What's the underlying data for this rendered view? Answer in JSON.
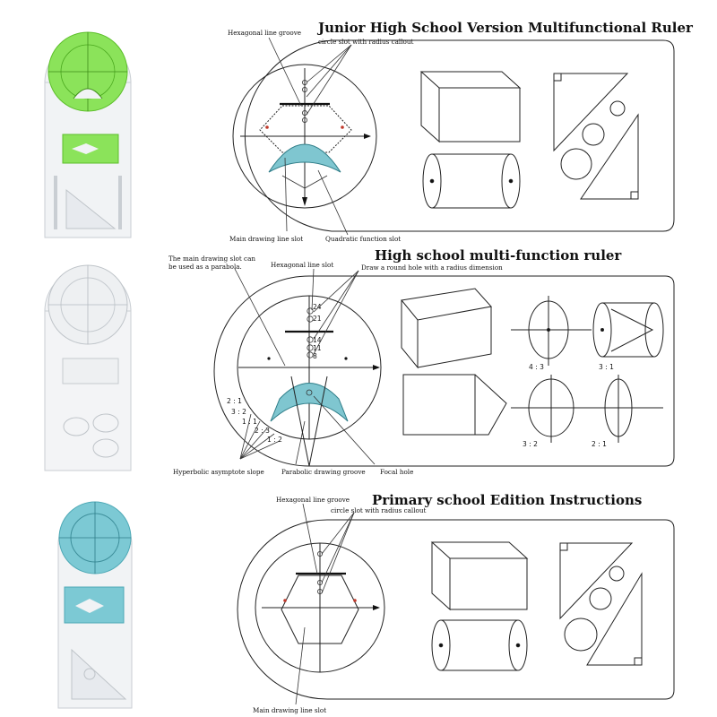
{
  "colors": {
    "green_accent": "#7fe04a",
    "cyan_accent": "#6fc8d2",
    "red_mark": "#c0392b"
  },
  "panel1": {
    "title": "Junior High School Version Multifunctional Ruler",
    "labels": {
      "hex_groove": "Hexagonal line groove",
      "circle_slot": "circle slot with radius callout",
      "main_slot": "Main drawing line slot",
      "quad_slot": "Quadratic function slot"
    }
  },
  "panel2": {
    "title": "High school multi-function ruler",
    "labels": {
      "parabola_note_1": "The main drawing slot can",
      "parabola_note_2": "be used as a parabola.",
      "hex_slot": "Hexagonal line slot",
      "round_hole": "Draw a round hole with a radius dimension",
      "hyper_slope": "Hyperbolic asymptote slope",
      "parabolic_groove": "Parabolic drawing groove",
      "focal_hole": "Focal hole"
    },
    "hole_numbers": [
      "24",
      "21",
      "14",
      "11",
      "8"
    ],
    "slope_ratios": [
      "2 : 1",
      "3 : 2",
      "1 : 1",
      "2 : 3",
      "1 : 2"
    ],
    "shape_ratios": [
      "4 : 3",
      "3 : 1",
      "3 : 2",
      "2 : 1"
    ]
  },
  "panel3": {
    "title": "Primary school Edition Instructions",
    "labels": {
      "hex_groove": "Hexagonal line groove",
      "circle_slot": "circle slot with radius callout",
      "main_slot": "Main drawing line slot"
    }
  }
}
